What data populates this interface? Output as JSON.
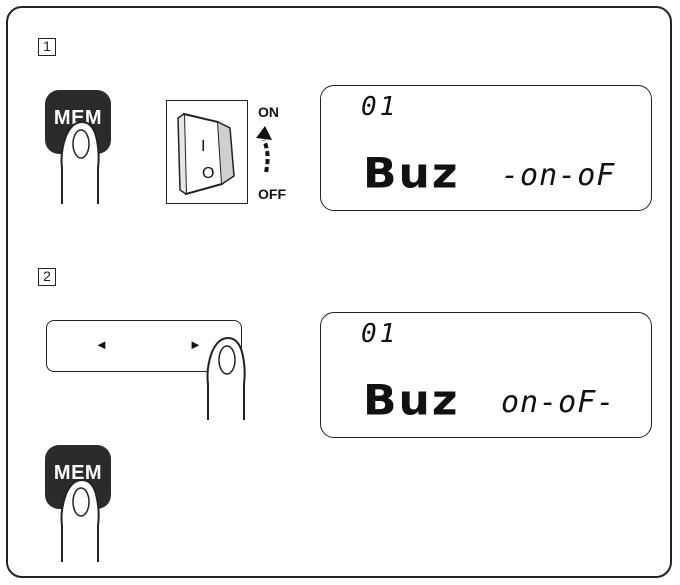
{
  "steps": [
    {
      "number": "1",
      "button_label": "MEM",
      "switch": {
        "on_label": "ON",
        "off_label": "OFF",
        "mark_on": "I",
        "mark_off": "O"
      },
      "lcd": {
        "number": "01",
        "word": "Buz",
        "options": "-on-oF"
      }
    },
    {
      "number": "2",
      "button_label": "MEM",
      "arrows": {
        "left": "◄",
        "right": "►"
      },
      "lcd": {
        "number": "01",
        "word": "Buz",
        "options": "on-oF-"
      }
    }
  ],
  "icons": [
    "finger-press-icon",
    "power-switch-icon",
    "curved-arrow-icon",
    "left-arrow-icon",
    "right-arrow-icon"
  ]
}
